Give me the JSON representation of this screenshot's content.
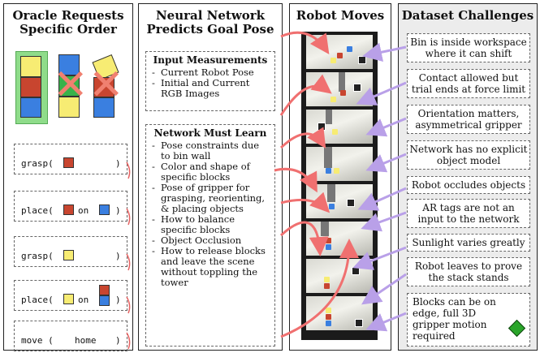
{
  "oracle": {
    "title_line1": "Oracle Requests",
    "title_line2": "Specific Order",
    "commands": [
      {
        "verb": "grasp(",
        "close": ")",
        "first_color": "red"
      },
      {
        "verb": "place(",
        "mid": "on",
        "close": ")",
        "first_color": "red",
        "second_color": "blue"
      },
      {
        "verb": "grasp(",
        "close": ")",
        "first_color": "yellow"
      },
      {
        "verb": "place(",
        "mid": "on",
        "close": ")",
        "first_color": "yellow",
        "second_color": "red/blue"
      },
      {
        "verb": "move (",
        "arg": "home",
        "close": ")"
      }
    ]
  },
  "network": {
    "title_line1": "Neural Network",
    "title_line2": "Predicts Goal Pose",
    "input_heading": "Input Measurements",
    "inputs": [
      "Current Robot Pose",
      "Initial and Current RGB Images"
    ],
    "learn_heading": "Network Must Learn",
    "learn_items": [
      "Pose constraints due to bin wall",
      "Color and shape of specific blocks",
      "Pose of gripper for grasping, reorienting, & placing objects",
      "How to balance specific blocks",
      "Object Occlusion",
      "How to release blocks and leave the scene without toppling the tower"
    ]
  },
  "robot": {
    "title": "Robot Moves"
  },
  "challenges": {
    "title": "Dataset Challenges",
    "items": [
      "Bin is inside workspace where it can shift",
      "Contact allowed but trial ends at force limit",
      "Orientation matters, asymmetrical gripper",
      "Network has no explicit object model",
      "Robot occludes objects",
      "AR tags are not an input to the network",
      "Sunlight varies greatly",
      "Robot leaves to prove the stack stands",
      "Blocks can be on edge, full 3D gripper motion required"
    ]
  },
  "colors": {
    "yellow": "#f7ec73",
    "red": "#c8452f",
    "blue": "#3a7fe0",
    "green_highlight": "#8fdc8a",
    "red_arrow": "#f07070",
    "purple_arrow": "#b9a0e8"
  }
}
